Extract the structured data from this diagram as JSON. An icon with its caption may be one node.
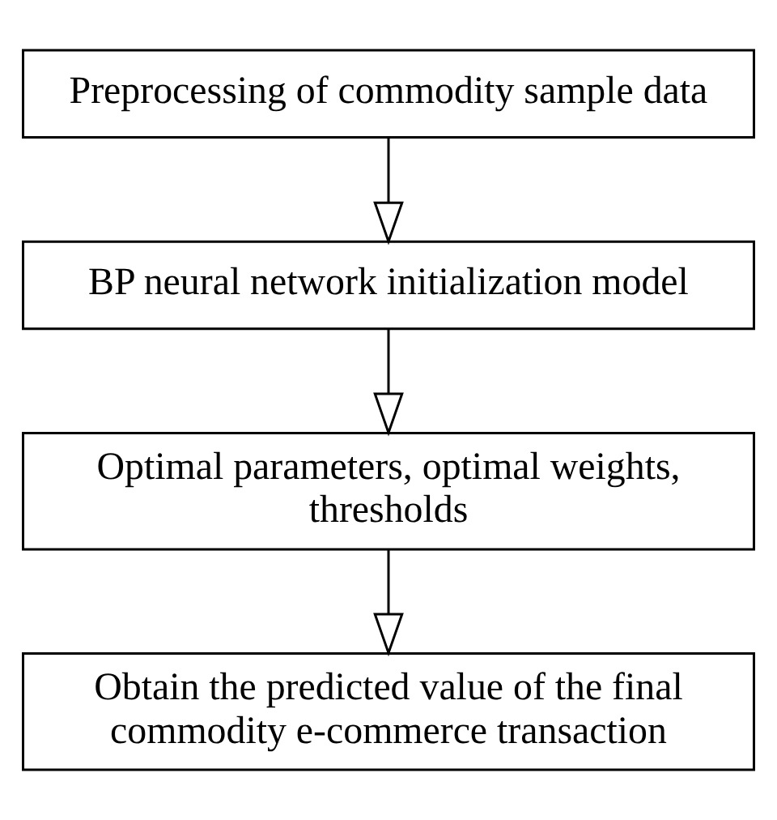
{
  "diagram": {
    "nodes": [
      {
        "text": [
          "Preprocessing of commodity sample data"
        ]
      },
      {
        "text": [
          "BP neural network initialization model"
        ]
      },
      {
        "text": [
          "Optimal parameters, optimal weights, thresholds"
        ]
      },
      {
        "text": [
          "Obtain the predicted value of the final commodity e-commerce transaction"
        ]
      }
    ],
    "edges": [
      {
        "from": 0,
        "to": 1,
        "arrow": "to"
      },
      {
        "from": 1,
        "to": 2,
        "arrow": "to"
      },
      {
        "from": 2,
        "to": 3,
        "arrow": "to"
      }
    ]
  }
}
